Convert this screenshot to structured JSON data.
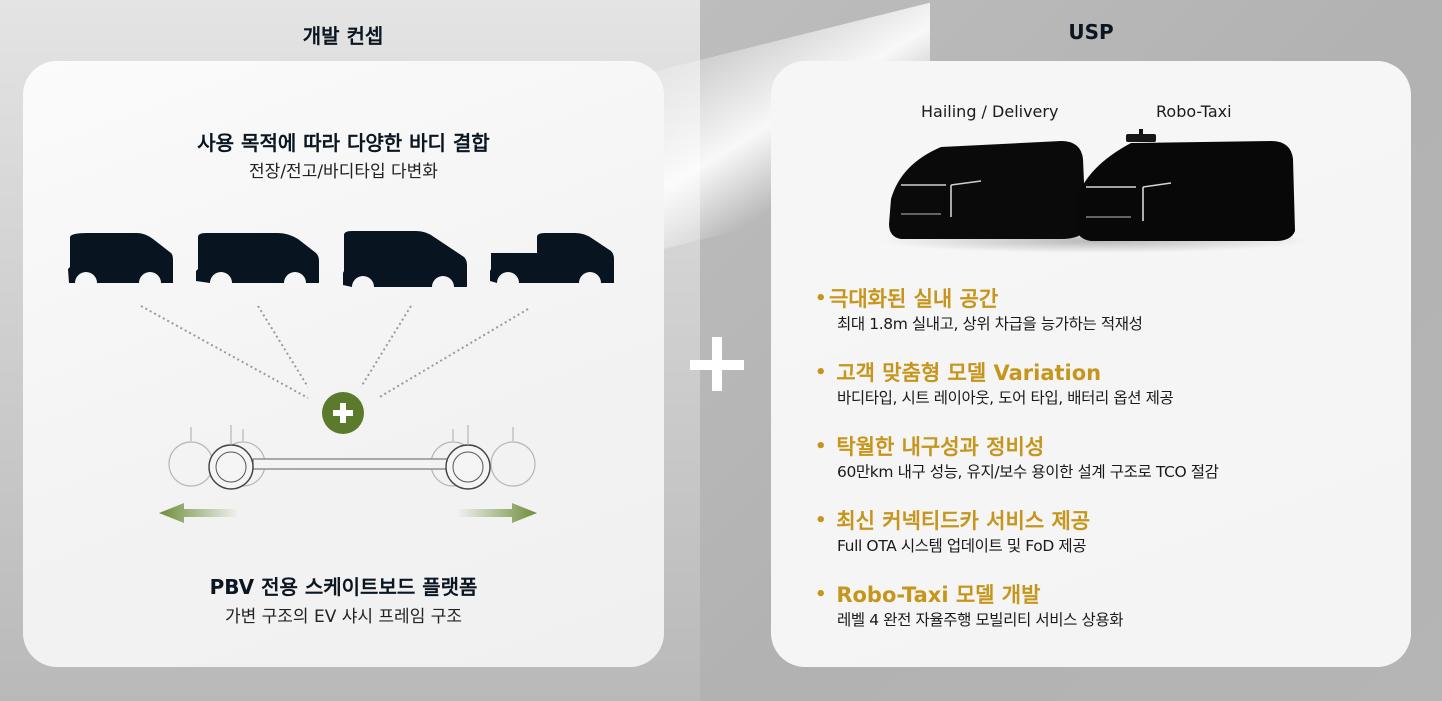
{
  "left_section": {
    "title": "개발 컨셉",
    "top_heading": "사용 목적에 따라 다양한 바디 결합",
    "top_sub": "전장/전고/바디타입 다변화",
    "vehicle_icons": [
      "van-short-icon",
      "van-long-icon",
      "van-high-roof-icon",
      "pickup-truck-icon"
    ],
    "bottom_heading": "PBV 전용 스케이트보드 플랫폼",
    "bottom_sub": "가변 구조의  EV 샤시 프레임 구조"
  },
  "right_section": {
    "title": "USP",
    "vehicles": [
      {
        "label": "Hailing / Delivery"
      },
      {
        "label": "Robo-Taxi"
      }
    ],
    "usp_items": [
      {
        "bullet": "•",
        "title": "극대화된 실내 공간",
        "desc": "최대 1.8m 실내고, 상위 차급을 능가하는 적재성"
      },
      {
        "bullet": "•",
        "title": "고객 맞춤형 모델 Variation",
        "desc": "바디타입, 시트 레이아웃, 도어 타입, 배터리 옵션 제공"
      },
      {
        "bullet": "•",
        "title": "탁월한 내구성과 정비성",
        "desc": "60만km 내구 성능,  유지/보수 용이한 설계 구조로 TCO 절감"
      },
      {
        "bullet": "•",
        "title": "최신 커넥티드카 서비스 제공",
        "desc": "Full OTA 시스템 업데이트 및 FoD 제공"
      },
      {
        "bullet": "•",
        "title": "Robo-Taxi 모델 개발",
        "desc": "레벨 4 완전 자율주행 모빌리티 서비스 상용화"
      }
    ]
  },
  "colors": {
    "accent_gold": "#c6961c",
    "accent_green": "#5b7a2c",
    "text_dark": "#0b1620"
  }
}
